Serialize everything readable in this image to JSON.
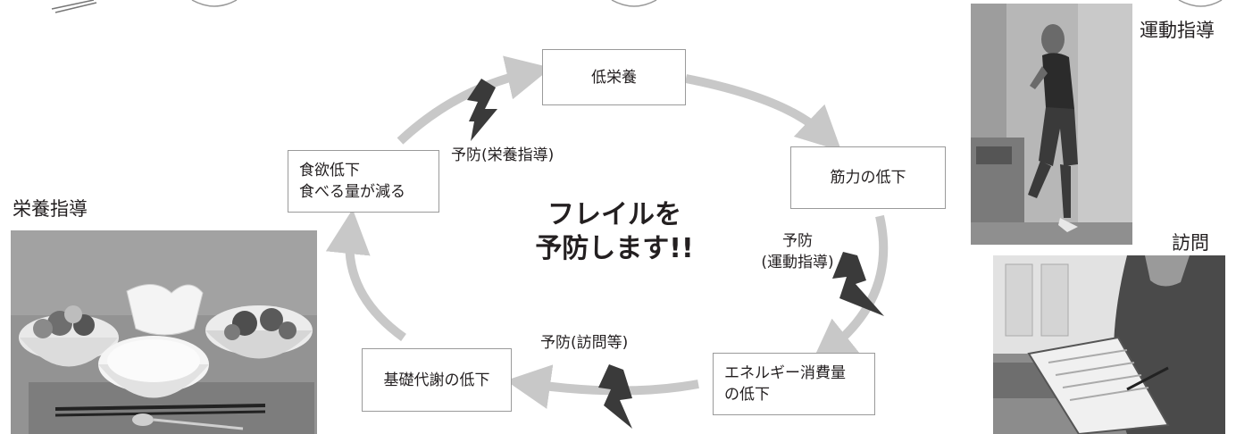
{
  "cycle": {
    "nodes": {
      "undernutrition": "低栄養",
      "muscle": "筋力の低下",
      "energy_line1": "エネルギー消費量",
      "energy_line2": "の低下",
      "metabolism": "基礎代謝の低下",
      "appetite_line1": "食欲低下",
      "appetite_line2": "食べる量が減る"
    },
    "prevention": {
      "nutrition": "予防(栄養指導)",
      "exercise_line1": "予防",
      "exercise_line2": "(運動指導)",
      "visit": "予防(訪問等)"
    },
    "headline_line1": "フレイルを",
    "headline_line2": "予防します!!"
  },
  "photos": {
    "nutrition_caption": "栄養指導",
    "exercise_caption": "運動指導",
    "visit_caption": "訪問"
  },
  "colors": {
    "arrow": "#c8c8c8",
    "bolt": "#3a3a3a",
    "box_border": "#9a9a9a",
    "text": "#231f20"
  }
}
